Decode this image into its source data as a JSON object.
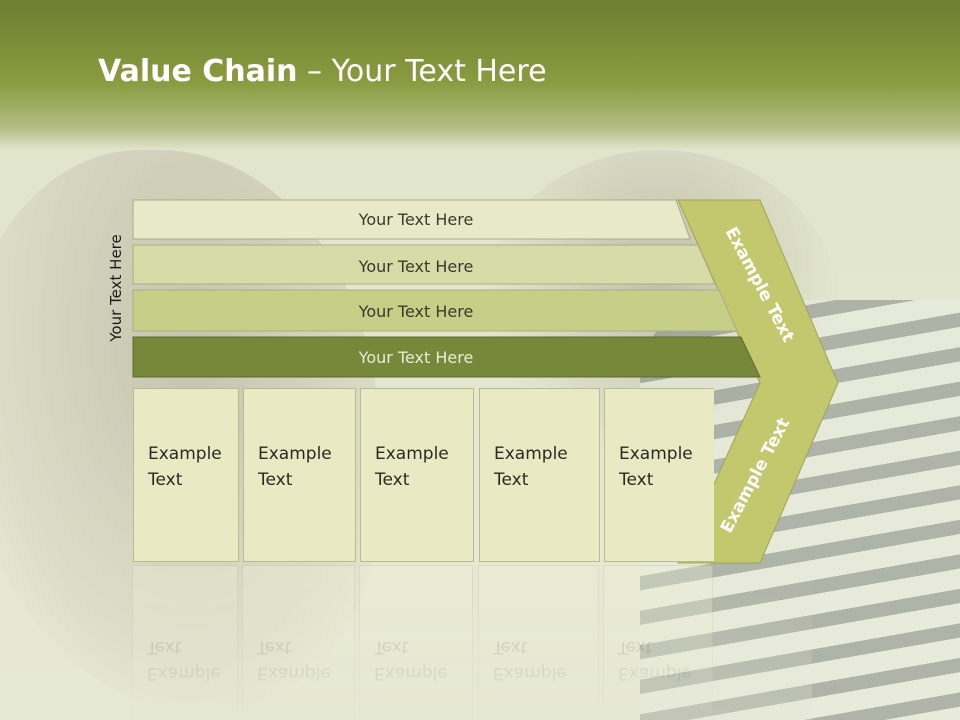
{
  "slide": {
    "title_bold": "Value Chain",
    "title_rest": " – Your Text Here",
    "side_label": "Your Text Here"
  },
  "bars": [
    {
      "label": "Your Text Here",
      "color": "#e8e9c8"
    },
    {
      "label": "Your Text Here",
      "color": "#d6dba8"
    },
    {
      "label": "Your Text Here",
      "color": "#c6cf88"
    },
    {
      "label": "Your Text Here",
      "color": "#78883a"
    }
  ],
  "arrow": {
    "top_text": "Example Text",
    "bottom_text": "Example Text",
    "color": "#c3c86e"
  },
  "boxes": [
    {
      "line1": "Example",
      "line2": "Text"
    },
    {
      "line1": "Example",
      "line2": "Text"
    },
    {
      "line1": "Example",
      "line2": "Text"
    },
    {
      "line1": "Example",
      "line2": "Text"
    },
    {
      "line1": "Example",
      "line2": "Text"
    }
  ],
  "colors": {
    "header": "#7a8b38",
    "box_fill": "#e9eac4"
  }
}
